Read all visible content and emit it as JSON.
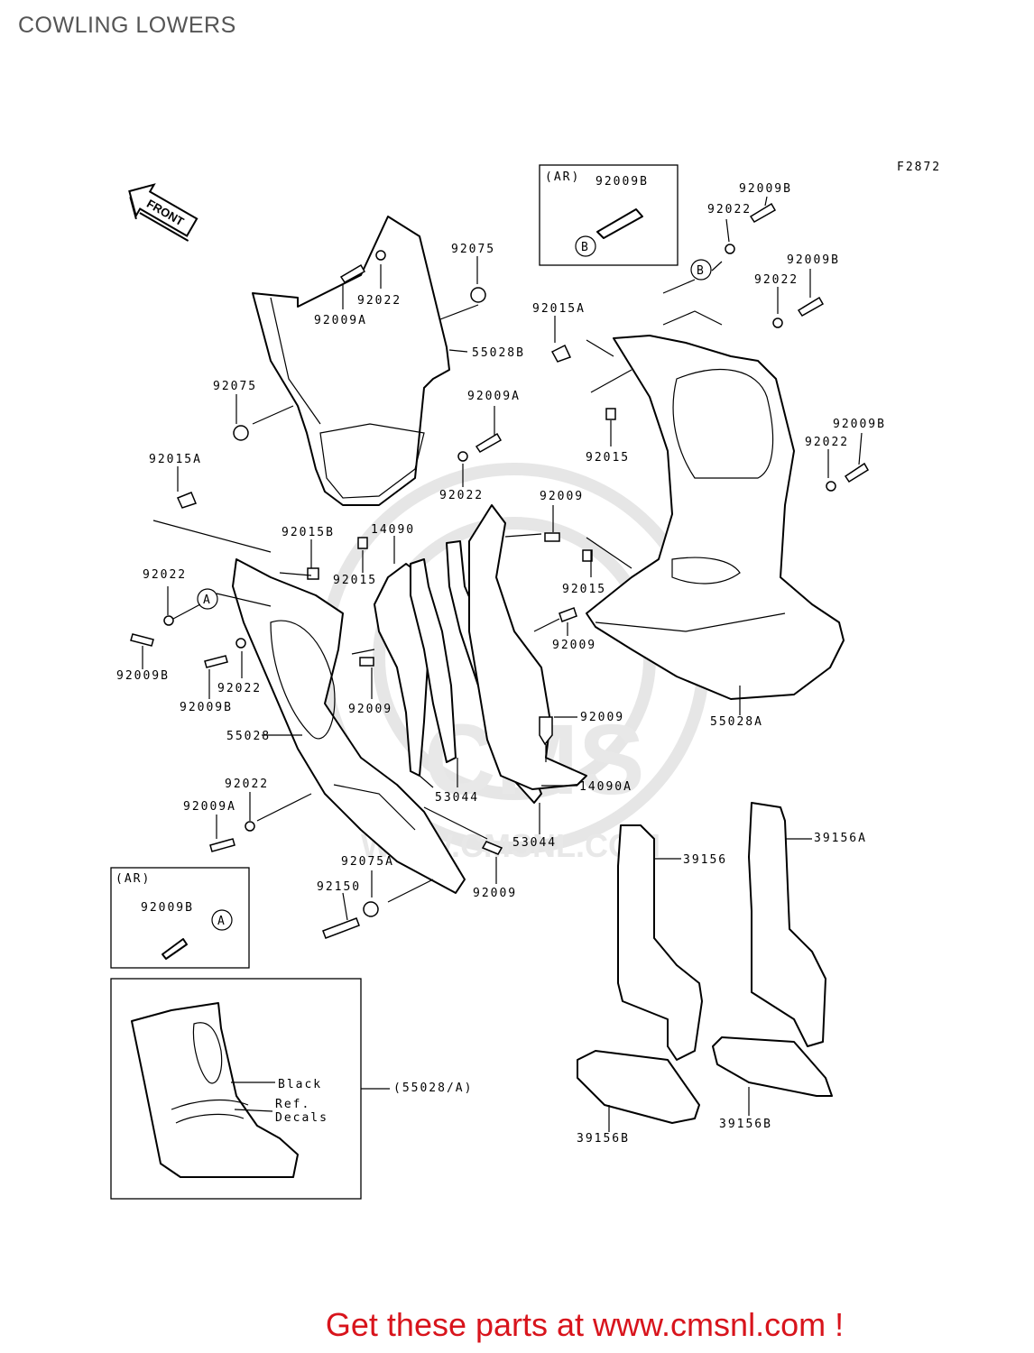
{
  "title": "COWLING LOWERS",
  "figure_code": "F2872",
  "front_arrow": "FRONT",
  "watermark": {
    "brand": "CMS",
    "url": "WWW.CMSNL.COM"
  },
  "ar_boxes": [
    {
      "header": "(AR)",
      "part": "92009B",
      "callout": "B"
    },
    {
      "header": "(AR)",
      "part": "92009B",
      "callout": "A"
    }
  ],
  "callouts": {
    "a": "A",
    "b": "B"
  },
  "labels": {
    "p92075_top": "92075",
    "p92009b_top1": "92009B",
    "p92022_top1": "92022",
    "p92009b_top2": "92009B",
    "p92022_top2": "92022",
    "p92022_a": "92022",
    "p92009a_a": "92009A",
    "p55028b": "55028B",
    "p92015a_r": "92015A",
    "p92075_l": "92075",
    "p92009a_b": "92009A",
    "p92009b_r": "92009B",
    "p92022_r": "92022",
    "p92015a_l": "92015A",
    "p92022_b": "92022",
    "p92015_r1": "92015",
    "p92009_m1": "92009",
    "p92015b": "92015B",
    "p14090": "14090",
    "p92015_m": "92015",
    "p92015_r2": "92015",
    "p92022_l1": "92022",
    "p92009_m2": "92009",
    "p92009b_l1": "92009B",
    "p92022_l2": "92022",
    "p92009b_l2": "92009B",
    "p92009_m3": "92009",
    "p55028a": "55028A",
    "p92009_m4": "92009",
    "p55028": "55028",
    "p53044_a": "53044",
    "p14090a": "14090A",
    "p92022_l3": "92022",
    "p92009a_l": "92009A",
    "p53044_b": "53044",
    "p39156a": "39156A",
    "p39156": "39156",
    "p92075a": "92075A",
    "p92150": "92150",
    "p92009_m5": "92009",
    "p39156b_l": "39156B",
    "p39156b_r": "39156B"
  },
  "inset": {
    "black": "Black",
    "ref": "Ref.",
    "decals": "Decals",
    "ref_part": "(55028/A)"
  },
  "footer": "Get these parts at www.cmsnl.com !"
}
